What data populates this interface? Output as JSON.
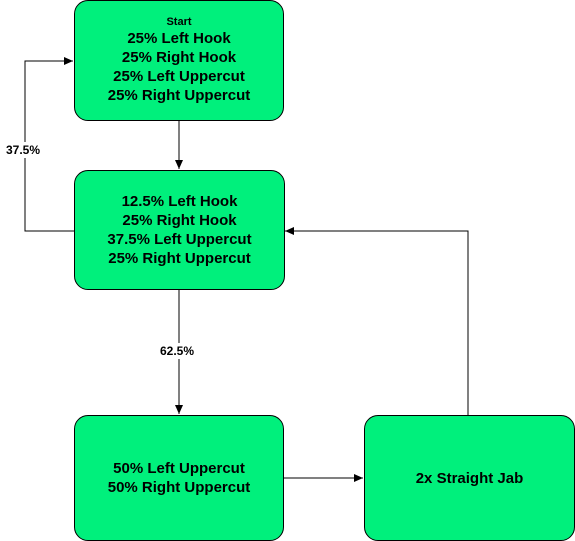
{
  "theme": {
    "box_fill": "#00f07c",
    "stroke": "#000000"
  },
  "nodes": {
    "start": {
      "heading": "Start",
      "lines": [
        "25% Left Hook",
        "25% Right Hook",
        "25% Left Uppercut",
        "25% Right Uppercut"
      ]
    },
    "second": {
      "lines": [
        "12.5% Left Hook",
        "25% Right Hook",
        "37.5% Left Uppercut",
        "25% Right Uppercut"
      ]
    },
    "uppercut": {
      "lines": [
        "50% Left Uppercut",
        "50% Right Uppercut"
      ]
    },
    "jab": {
      "lines": [
        "2x Straight Jab"
      ]
    }
  },
  "edges": {
    "loop_label": "37.5%",
    "down_label": "62.5%"
  }
}
